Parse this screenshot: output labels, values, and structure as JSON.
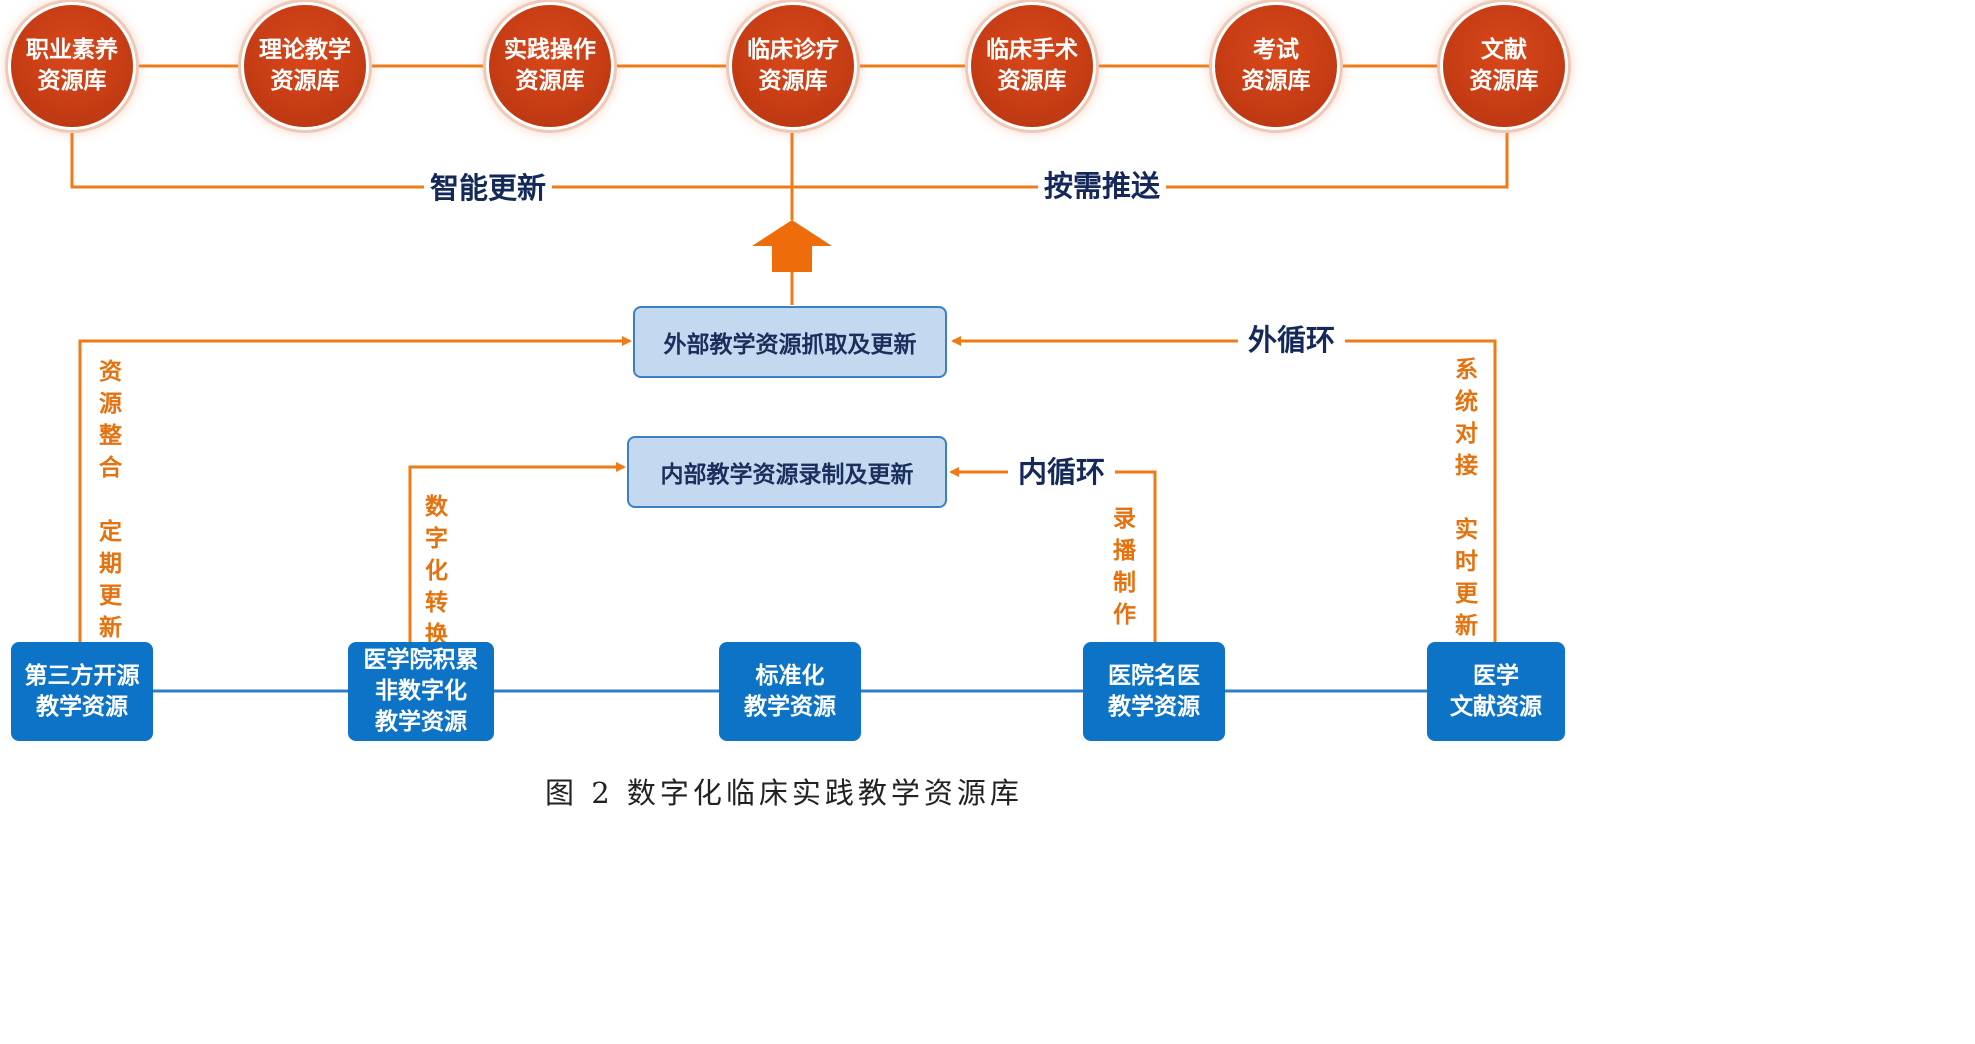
{
  "top_libraries": [
    {
      "line1": "职业素养",
      "line2": "资源库"
    },
    {
      "line1": "理论教学",
      "line2": "资源库"
    },
    {
      "line1": "实践操作",
      "line2": "资源库"
    },
    {
      "line1": "临床诊疗",
      "line2": "资源库"
    },
    {
      "line1": "临床手术",
      "line2": "资源库"
    },
    {
      "line1": "考试",
      "line2": "资源库"
    },
    {
      "line1": "文献",
      "line2": "资源库"
    }
  ],
  "top_labels": {
    "left": "智能更新",
    "right": "按需推送"
  },
  "middle": {
    "external_box": "外部教学资源抓取及更新",
    "internal_box": "内部教学资源录制及更新",
    "outer_loop": "外循环",
    "inner_loop": "内循环"
  },
  "side_labels": {
    "left_outer": {
      "part1": [
        "资",
        "源",
        "整",
        "合"
      ],
      "part2": [
        "定",
        "期",
        "更",
        "新"
      ]
    },
    "left_inner": [
      "数",
      "字",
      "化",
      "转",
      "换"
    ],
    "right_inner": [
      "录",
      "播",
      "制",
      "作"
    ],
    "right_outer": {
      "part1": [
        "系",
        "统",
        "对",
        "接"
      ],
      "part2": [
        "实",
        "时",
        "更",
        "新"
      ]
    }
  },
  "bottom_sources": [
    {
      "lines": [
        "第三方开源",
        "教学资源"
      ]
    },
    {
      "lines": [
        "医学院积累",
        "非数字化",
        "教学资源"
      ]
    },
    {
      "lines": [
        "标准化",
        "教学资源"
      ]
    },
    {
      "lines": [
        "医院名医",
        "教学资源"
      ]
    },
    {
      "lines": [
        "医学",
        "文献资源"
      ]
    }
  ],
  "caption": "图 2 数字化临床实践教学资源库",
  "colors": {
    "orange": "#ee7b16",
    "circle_red": "#c53c14",
    "blue_box": "#0c73c6",
    "light_box": "#c2d9ef",
    "label_navy": "#15285a"
  }
}
